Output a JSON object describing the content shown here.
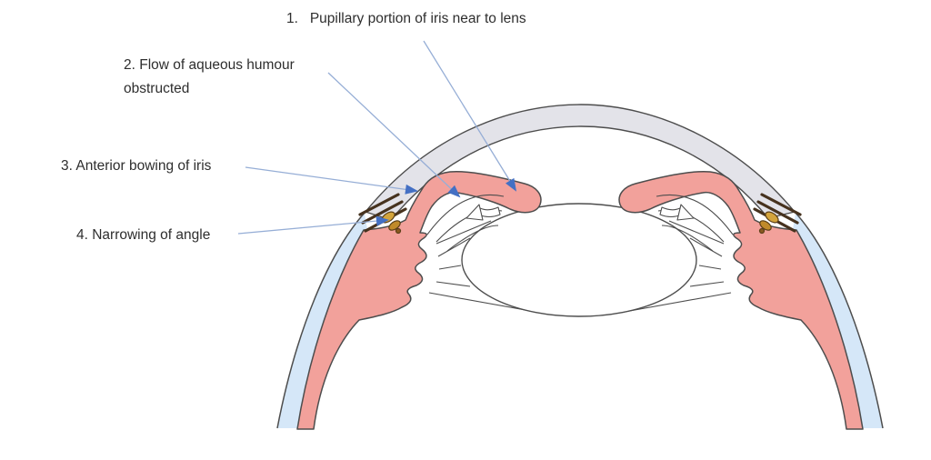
{
  "annotations": [
    {
      "id": "1",
      "lines": [
        "1.   Pupillary portion of iris near to lens"
      ]
    },
    {
      "id": "2",
      "lines": [
        "2. Flow of aqueous humour",
        "obstructed"
      ]
    },
    {
      "id": "3",
      "lines": [
        "3. Anterior bowing of iris"
      ]
    },
    {
      "id": "4",
      "lines": [
        "4. Narrowing of angle"
      ]
    }
  ],
  "colors": {
    "iris_choroid_pink": "#F2A19B",
    "sclera_blue": "#D5E7F8",
    "cornea_gray": "#E3E3E9",
    "outline": "#4D4D4D",
    "leader_line": "#96AED6",
    "arrowhead_blue": "#4470C4",
    "trabecular_gold": "#C99A35",
    "limbus_brown": "#46321E",
    "label_text": "#2E2E2E"
  }
}
